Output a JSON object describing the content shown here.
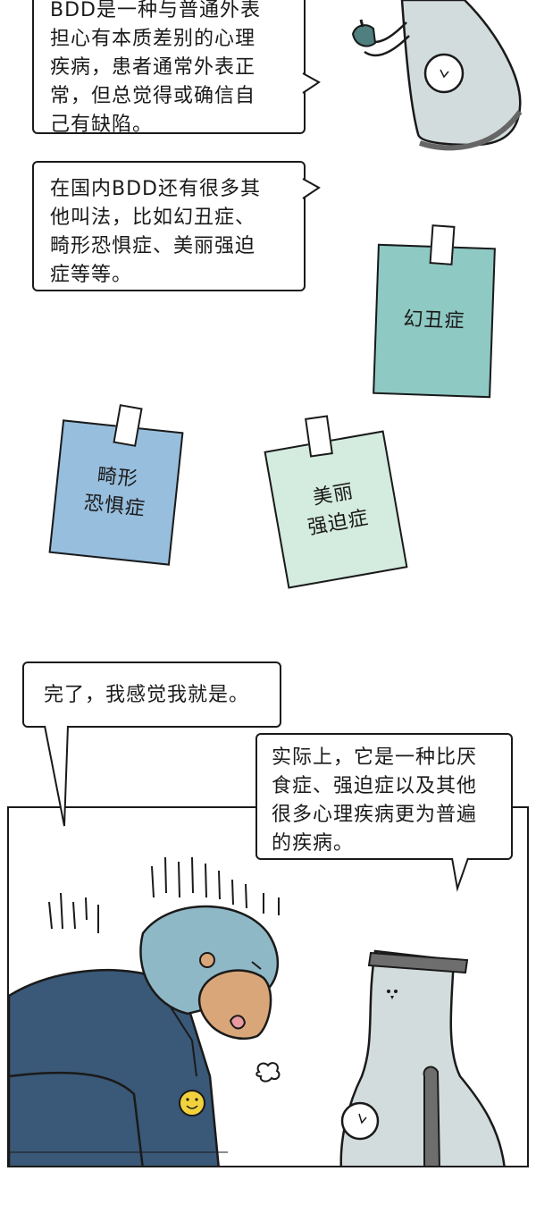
{
  "panel1": {
    "bubble1_text": "BDD是一种与普通外表\n担心有本质差别的心理\n疾病，患者通常外表正\n常，但总觉得或确信自\n己有缺陷。",
    "bubble2_text": "在国内BDD还有很多其\n他叫法，比如幻丑症、\n畸形恐惧症、美丽强迫\n症等等。"
  },
  "notes": [
    {
      "label": "幻丑症",
      "color": "#8fc9c3"
    },
    {
      "label": "畸形\n恐惧症",
      "color": "#97bedd"
    },
    {
      "label": "美丽\n强迫症",
      "color": "#d4ebdf"
    }
  ],
  "panel2": {
    "bubble3_text": "完了，我感觉我就是。",
    "bubble4_text": "实际上，它是一种比厌\n食症、强迫症以及其他\n很多心理疾病更为普遍\n的疾病。"
  },
  "colors": {
    "hoodie": "#8fb8c6",
    "face": "#d9a679",
    "jacket": "#3a5877",
    "smiley": "#f2d23c",
    "character_body": "#d3dcdc"
  }
}
